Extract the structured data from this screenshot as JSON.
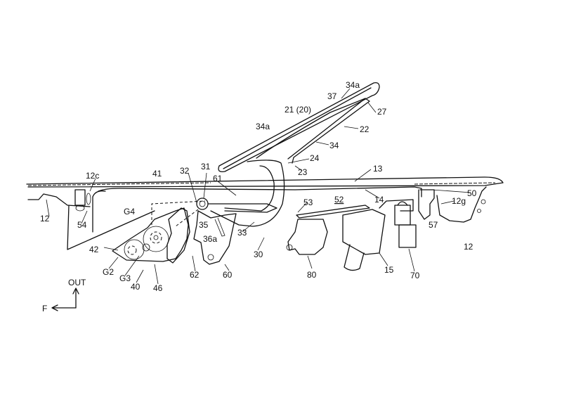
{
  "labels": {
    "l34a_top": "34a",
    "l37": "37",
    "l21": "21 (20)",
    "l27": "27",
    "l34a_left": "34a",
    "l22": "22",
    "l34": "34",
    "l24": "24",
    "l23": "23",
    "l13": "13",
    "l12c": "12c",
    "l41": "41",
    "l32": "32",
    "l31": "31",
    "l61": "61",
    "l50": "50",
    "l14": "14",
    "l52": "52",
    "l12g": "12g",
    "l53": "53",
    "l12_left": "12",
    "lG4": "G4",
    "l54": "54",
    "l35": "35",
    "l57": "57",
    "l33": "33",
    "l36a": "36a",
    "l12_right": "12",
    "l42": "42",
    "l30": "30",
    "l80": "80",
    "l15": "15",
    "l70": "70",
    "lG2": "G2",
    "lG3": "G3",
    "l62": "62",
    "l60": "60",
    "l40": "40",
    "l46": "46"
  },
  "axes": {
    "out": "OUT",
    "front": "F"
  }
}
